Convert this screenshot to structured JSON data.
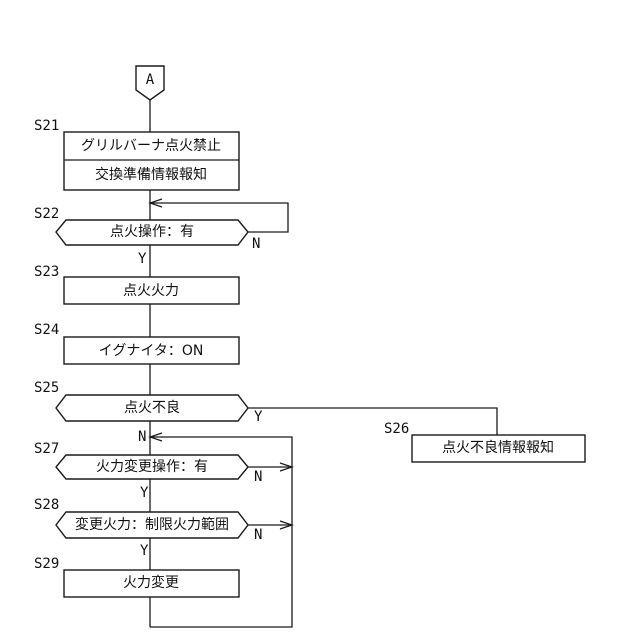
{
  "connector": {
    "label": "A"
  },
  "steps": {
    "s21": {
      "id": "S21",
      "line1": "グリルバーナ点火禁止",
      "line2": "交換準備情報報知"
    },
    "s22": {
      "id": "S22",
      "text": "点火操作：有"
    },
    "s23": {
      "id": "S23",
      "text": "点火火力"
    },
    "s24": {
      "id": "S24",
      "text": "イグナイタ：ON"
    },
    "s25": {
      "id": "S25",
      "text": "点火不良"
    },
    "s26": {
      "id": "S26",
      "text": "点火不良情報報知"
    },
    "s27": {
      "id": "S27",
      "text": "火力変更操作：有"
    },
    "s28": {
      "id": "S28",
      "text": "変更火力：制限火力範囲"
    },
    "s29": {
      "id": "S29",
      "text": "火力変更"
    }
  },
  "branches": {
    "s22_yes": "Y",
    "s22_no": "N",
    "s25_yes": "Y",
    "s25_no": "N",
    "s27_yes": "Y",
    "s27_no": "N",
    "s28_yes": "Y",
    "s28_no": "N"
  }
}
